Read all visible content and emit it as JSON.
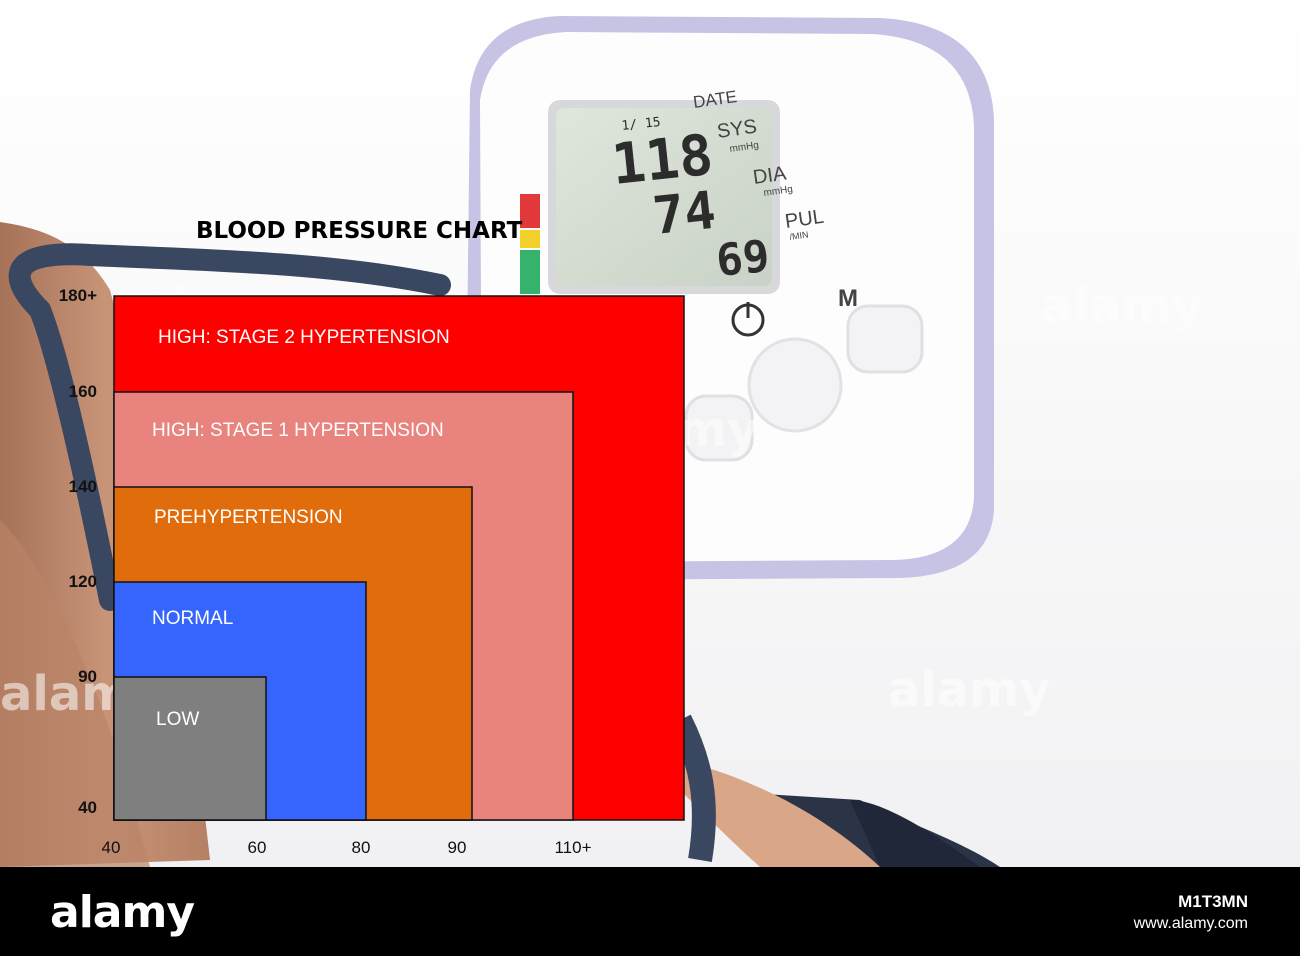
{
  "chart_data": {
    "type": "heatmap",
    "title": "BLOOD PRESSURE CHART",
    "x_ticks": [
      "40",
      "60",
      "80",
      "90",
      "110+"
    ],
    "y_ticks": [
      "180+",
      "160",
      "140",
      "120",
      "90",
      "40"
    ],
    "categories": [
      {
        "label": "HIGH: STAGE 2 HYPERTENSION",
        "x_max": "110+",
        "y_max": "180+",
        "color": "#ff0000"
      },
      {
        "label": "HIGH: STAGE 1 HYPERTENSION",
        "x_max": 110,
        "y_max": 160,
        "color": "#e8837e"
      },
      {
        "label": "PREHYPERTENSION",
        "x_max": 90,
        "y_max": 140,
        "color": "#e16c0b"
      },
      {
        "label": "NORMAL",
        "x_max": 80,
        "y_max": 120,
        "color": "#3565fc"
      },
      {
        "label": "LOW",
        "x_max": 60,
        "y_max": 90,
        "color": "#7f7f7f"
      }
    ]
  },
  "monitor": {
    "date_label": "DATE",
    "sys_label": "SYS",
    "dia_label": "DIA",
    "pul_label": "PUL",
    "unit_mmhg": "mmHg",
    "unit_min": "/MIN",
    "small_date": "1/ 15",
    "sys_value": "118",
    "dia_value": "74",
    "pul_value": "69",
    "memory_button": "M"
  },
  "watermark": "alamy",
  "footer": {
    "logo": "alamy",
    "image_id": "M1T3MN",
    "site": "www.alamy.com"
  },
  "colors": {
    "stage2": "#ff0000",
    "stage1": "#e8837e",
    "prehypertension": "#e16c0b",
    "normal": "#3565fc",
    "low": "#7f7f7f"
  }
}
